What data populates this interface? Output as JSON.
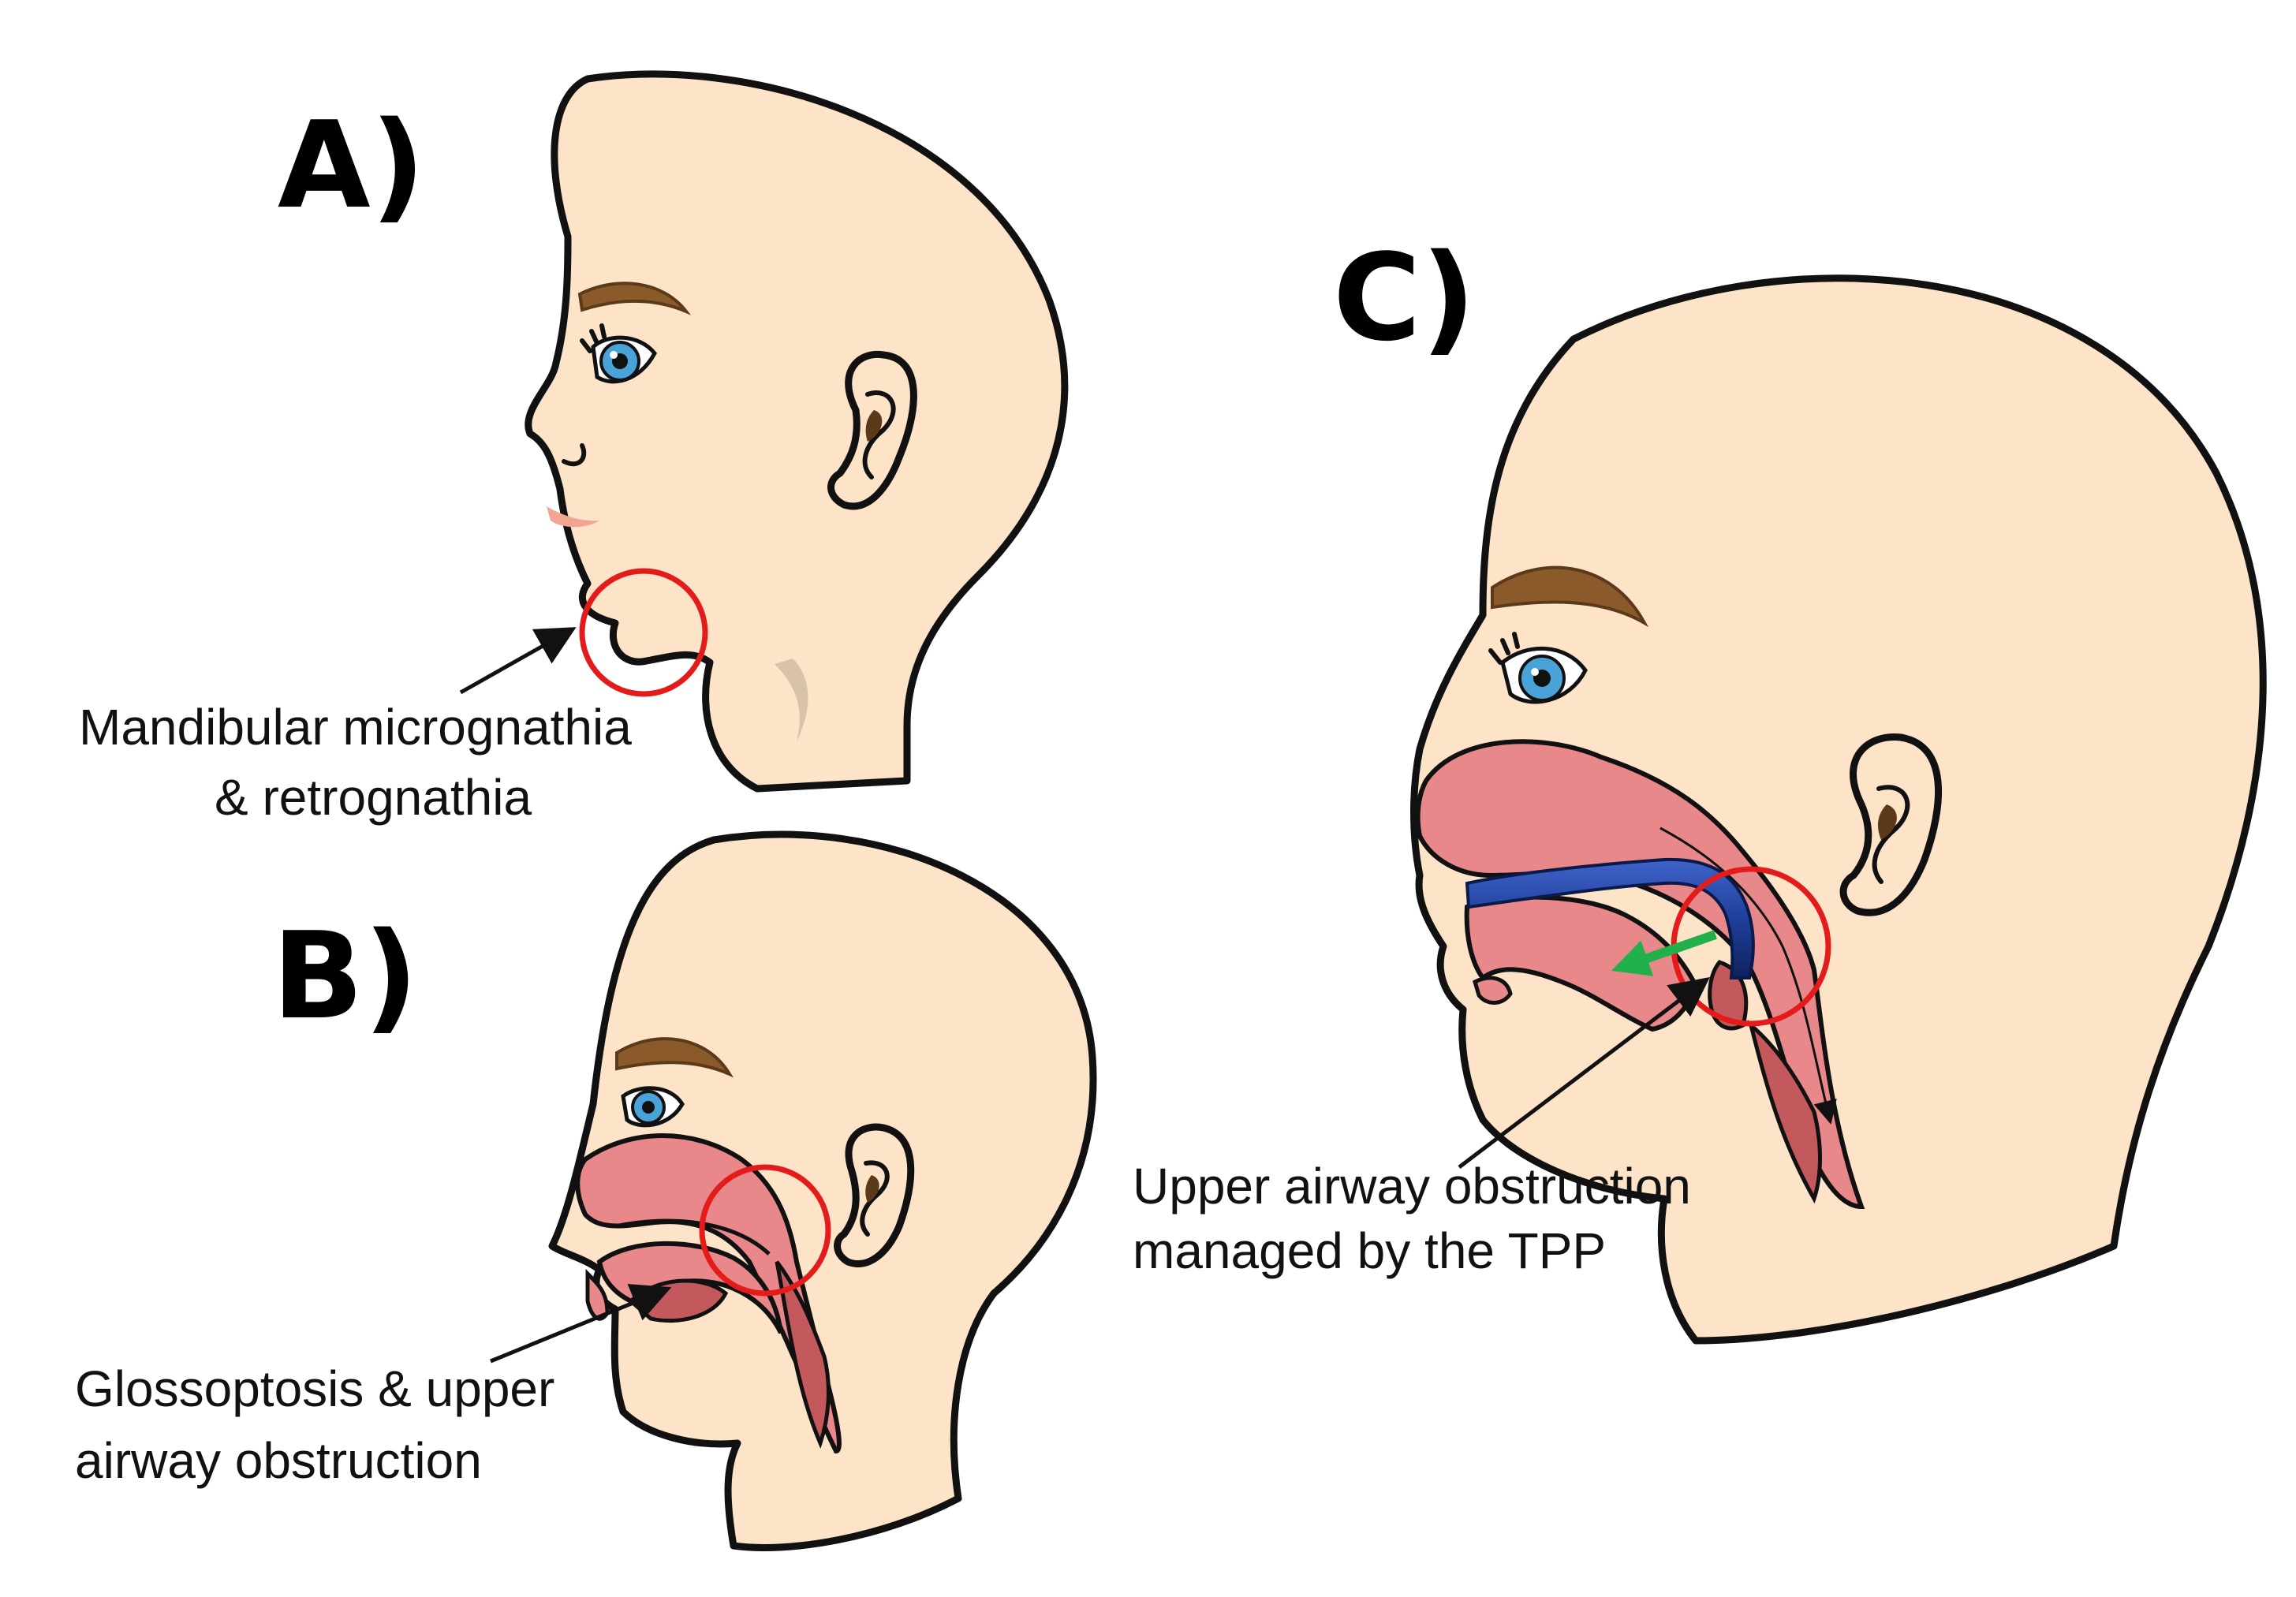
{
  "panels": {
    "a": {
      "letter": "A)",
      "caption_line1": "Mandibular micrognathia",
      "caption_line2": "& retrognathia"
    },
    "b": {
      "letter": "B)",
      "caption_line1": "Glossoptosis & upper",
      "caption_line2": "airway obstruction"
    },
    "c": {
      "letter": "C)",
      "caption_line1": "Upper airway obstruction",
      "caption_line2": "managed by the TPP"
    }
  },
  "colors": {
    "skin": "#fde3c8",
    "mucosa": "#e8888a",
    "mucosa_dark": "#c4595d",
    "eyebrow": "#8b5a2b",
    "iris": "#4aa3d8",
    "highlight_circle": "#e31b1b",
    "tube": "#1f3f9a",
    "arrow_green": "#22b04b",
    "outline": "#111111"
  }
}
